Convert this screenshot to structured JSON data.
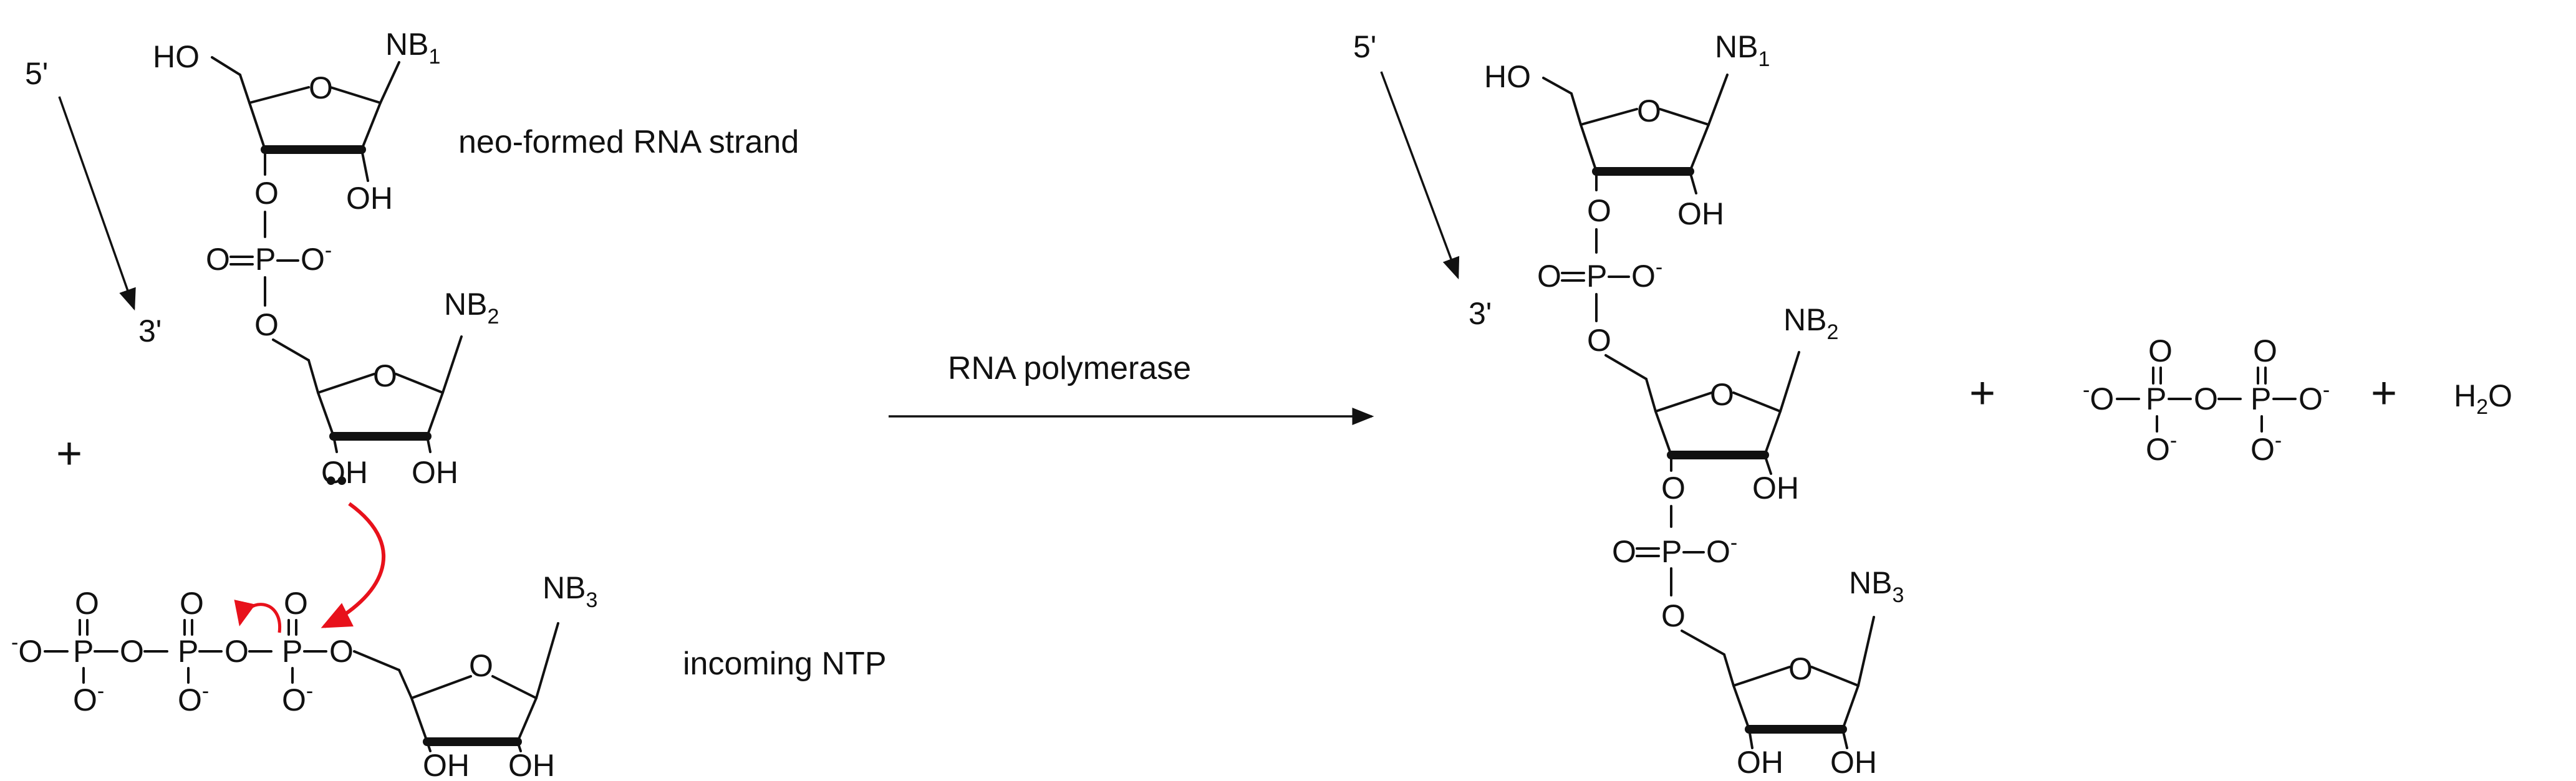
{
  "labels": {
    "strand_direction_start": "5'",
    "strand_direction_end": "3'",
    "neo_formed": "neo-formed RNA strand",
    "incoming_ntp": "incoming NTP",
    "enzyme": "RNA polymerase",
    "plus": "+",
    "water": "H",
    "water_2": "2",
    "water_o": "O"
  },
  "atoms": {
    "ho": "HO",
    "oh": "OH",
    "nb": "NB",
    "o": "O",
    "p": "P",
    "o_minus": "O",
    "minus": "-"
  },
  "bases": [
    "1",
    "2",
    "3"
  ],
  "colors": {
    "ink": "#111111",
    "mechanism_arrow": "#e8111b"
  }
}
